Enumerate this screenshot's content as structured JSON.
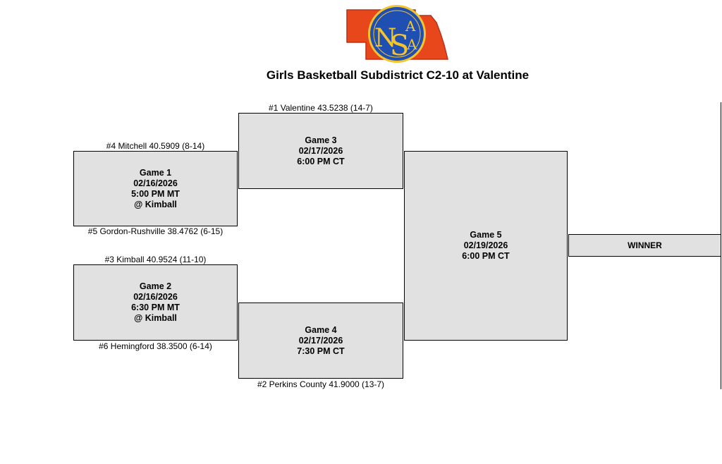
{
  "header": {
    "logo_text": "NSAA",
    "logo_letters": [
      "N",
      "S",
      "A",
      "A"
    ],
    "title": "Girls Basketball Subdistrict C2-10 at Valentine"
  },
  "games": {
    "g1": {
      "name": "Game 1",
      "date": "02/16/2026",
      "time": "5:00 PM MT",
      "site": "@ Kimball"
    },
    "g2": {
      "name": "Game 2",
      "date": "02/16/2026",
      "time": "6:30 PM MT",
      "site": "@ Kimball"
    },
    "g3": {
      "name": "Game 3",
      "date": "02/17/2026",
      "time": "6:00 PM CT"
    },
    "g4": {
      "name": "Game 4",
      "date": "02/17/2026",
      "time": "7:30 PM CT"
    },
    "g5": {
      "name": "Game 5",
      "date": "02/19/2026",
      "time": "6:00 PM CT"
    }
  },
  "teams": {
    "seed4": "#4 Mitchell 40.5909 (8-14)",
    "seed5": "#5 Gordon-Rushville 38.4762 (6-15)",
    "seed3": "#3 Kimball 40.9524 (11-10)",
    "seed6": "#6 Hemingford 38.3500 (6-14)",
    "seed1": "#1 Valentine 43.5238 (14-7)",
    "seed2": "#2 Perkins County 41.9000 (13-7)"
  },
  "winner": {
    "label": "WINNER"
  },
  "colors": {
    "box_fill": "#e1e1e1",
    "logo_state": "#e8461b",
    "logo_circle": "#1f4fb0",
    "logo_letters": "#f4c430"
  }
}
